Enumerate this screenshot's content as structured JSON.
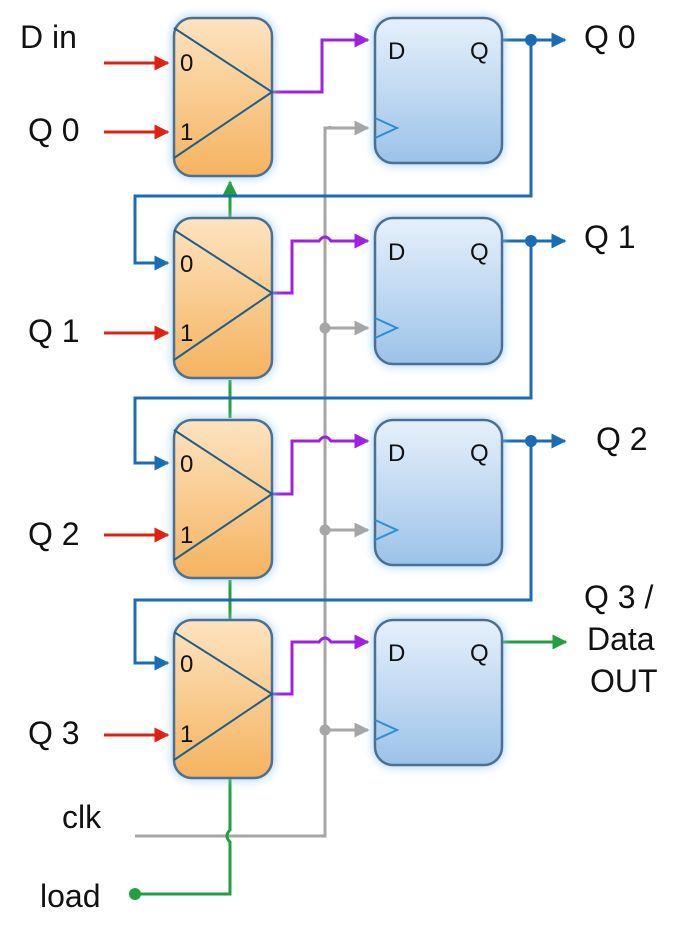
{
  "inputs": {
    "d_in": "D in",
    "q0": "Q 0",
    "q1": "Q 1",
    "q2": "Q 2",
    "q3": "Q 3",
    "clk": "clk",
    "load": "load"
  },
  "outputs": {
    "q0": "Q 0",
    "q1": "Q 1",
    "q2": "Q 2",
    "q3_line1": "Q 3 /",
    "q3_line2": "Data",
    "q3_line3": "OUT"
  },
  "mux_pins": {
    "in0": "0",
    "in1": "1"
  },
  "ff_pins": {
    "d": "D",
    "q": "Q"
  },
  "colors": {
    "parallel_input": "#e02010",
    "mux_to_d": "#a020e0",
    "feedback": "#1a6db5",
    "load": "#22a040",
    "clock": "#a6a6a6",
    "mux_fill": "#f6b868",
    "ff_fill": "#a9c9ea"
  }
}
